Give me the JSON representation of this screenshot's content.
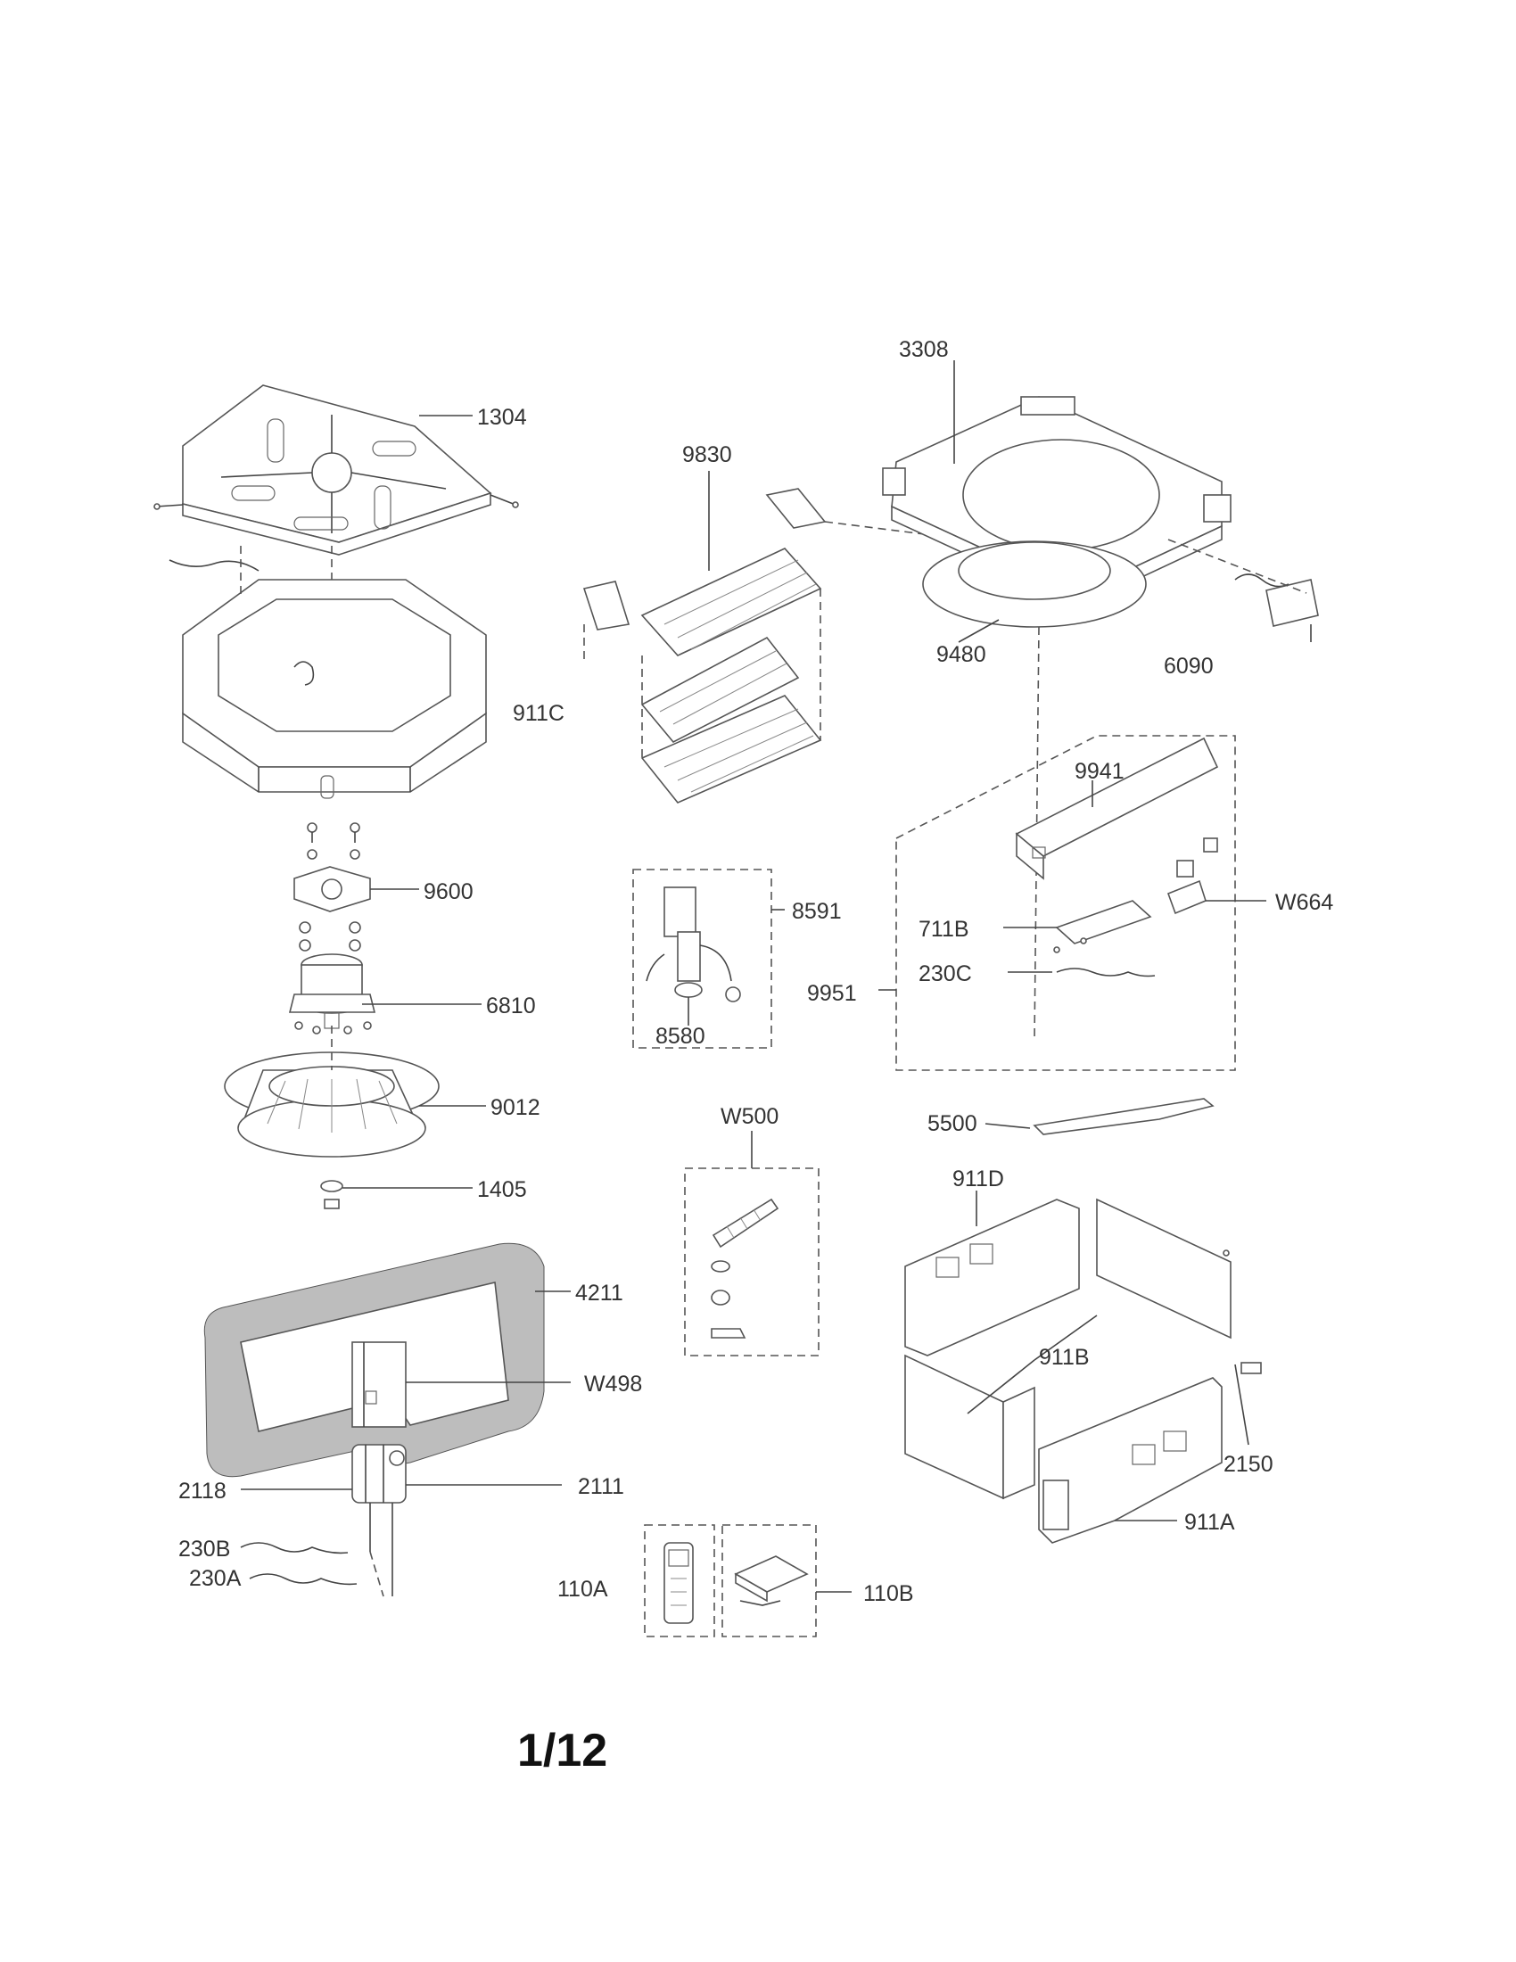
{
  "diagram": {
    "page_number": "1/12",
    "callouts": {
      "c1304": "1304",
      "c911C": "911C",
      "c9600": "9600",
      "c6810": "6810",
      "c9012": "9012",
      "c1405": "1405",
      "c4211": "4211",
      "cW498": "W498",
      "c2118": "2118",
      "c2111": "2111",
      "c230B": "230B",
      "c230A": "230A",
      "c9830": "9830",
      "c8591": "8591",
      "c8580": "8580",
      "cW500": "W500",
      "c110A": "110A",
      "c110B": "110B",
      "c3308": "3308",
      "c9480": "9480",
      "c6090": "6090",
      "c9941": "9941",
      "cW664": "W664",
      "c711B": "711B",
      "c230C": "230C",
      "c9951": "9951",
      "c5500": "5500",
      "c911D": "911D",
      "c911B": "911B",
      "c2150": "2150",
      "c911A": "911A"
    }
  }
}
